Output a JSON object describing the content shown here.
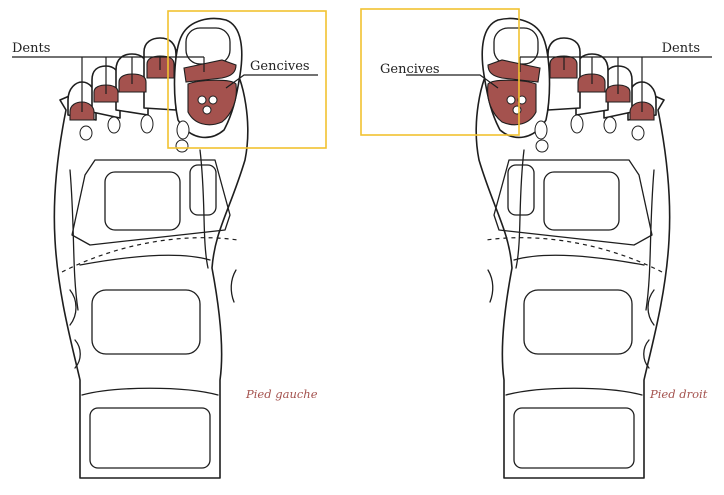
{
  "colors": {
    "zone_fill": "#a4524e",
    "highlight": "#f2c230",
    "caption": "#a4524e"
  },
  "left_foot": {
    "teeth_label": "Dents",
    "gums_label": "Gencives",
    "caption": "Pied gauche"
  },
  "right_foot": {
    "teeth_label": "Dents",
    "gums_label": "Gencives",
    "caption": "Pied droit"
  }
}
